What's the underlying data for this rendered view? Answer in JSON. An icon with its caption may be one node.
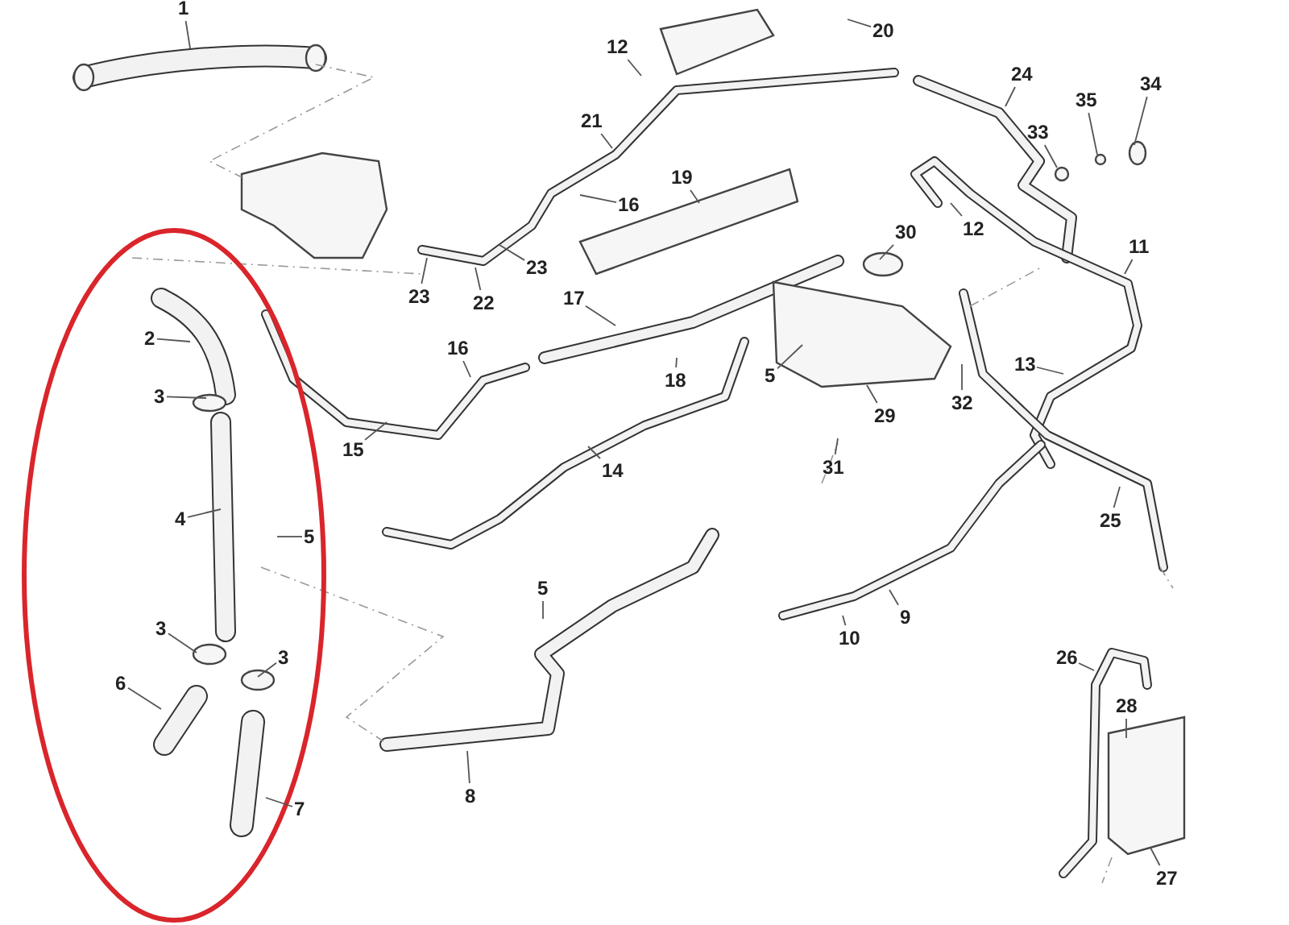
{
  "diagram": {
    "nodes": [
      {
        "text": [
          "1"
        ]
      },
      {
        "text": [
          "2"
        ]
      },
      {
        "text": [
          "3"
        ]
      },
      {
        "text": [
          "4"
        ]
      },
      {
        "text": [
          "5"
        ]
      },
      {
        "text": [
          "3"
        ]
      },
      {
        "text": [
          "3"
        ]
      },
      {
        "text": [
          "6"
        ]
      },
      {
        "text": [
          "7"
        ]
      },
      {
        "text": [
          "8"
        ]
      },
      {
        "text": [
          "5"
        ]
      },
      {
        "text": [
          "9"
        ]
      },
      {
        "text": [
          "10"
        ]
      },
      {
        "text": [
          "14"
        ]
      },
      {
        "text": [
          "15"
        ]
      },
      {
        "text": [
          "16"
        ]
      },
      {
        "text": [
          "23"
        ]
      },
      {
        "text": [
          "22"
        ]
      },
      {
        "text": [
          "23"
        ]
      },
      {
        "text": [
          "16"
        ]
      },
      {
        "text": [
          "21"
        ]
      },
      {
        "text": [
          "12"
        ]
      },
      {
        "text": [
          "17"
        ]
      },
      {
        "text": [
          "18"
        ]
      },
      {
        "text": [
          "19"
        ]
      },
      {
        "text": [
          "20"
        ]
      },
      {
        "text": [
          "24"
        ]
      },
      {
        "text": [
          "33"
        ]
      },
      {
        "text": [
          "35"
        ]
      },
      {
        "text": [
          "34"
        ]
      },
      {
        "text": [
          "12"
        ]
      },
      {
        "text": [
          "30"
        ]
      },
      {
        "text": [
          "11"
        ]
      },
      {
        "text": [
          "5"
        ]
      },
      {
        "text": [
          "29"
        ]
      },
      {
        "text": [
          "32"
        ]
      },
      {
        "text": [
          "13"
        ]
      },
      {
        "text": [
          "31"
        ]
      },
      {
        "text": [
          "25"
        ]
      },
      {
        "text": [
          "26"
        ]
      },
      {
        "text": [
          "28"
        ]
      },
      {
        "text": [
          "27"
        ]
      }
    ],
    "edges": [
      {
        "from": 0,
        "to": null,
        "arrow": "none"
      },
      {
        "from": 1,
        "to": null,
        "arrow": "none"
      },
      {
        "from": 2,
        "to": null,
        "arrow": "none"
      },
      {
        "from": 3,
        "to": null,
        "arrow": "none"
      },
      {
        "from": 4,
        "to": null,
        "arrow": "none"
      },
      {
        "from": 5,
        "to": null,
        "arrow": "none"
      },
      {
        "from": 6,
        "to": null,
        "arrow": "none"
      },
      {
        "from": 7,
        "to": null,
        "arrow": "none"
      },
      {
        "from": 8,
        "to": null,
        "arrow": "none"
      },
      {
        "from": 9,
        "to": null,
        "arrow": "none"
      },
      {
        "from": 10,
        "to": null,
        "arrow": "none"
      },
      {
        "from": 11,
        "to": null,
        "arrow": "none"
      },
      {
        "from": 12,
        "to": null,
        "arrow": "none"
      },
      {
        "from": 13,
        "to": null,
        "arrow": "none"
      },
      {
        "from": 14,
        "to": null,
        "arrow": "none"
      },
      {
        "from": 15,
        "to": null,
        "arrow": "none"
      },
      {
        "from": 16,
        "to": null,
        "arrow": "none"
      },
      {
        "from": 17,
        "to": null,
        "arrow": "none"
      },
      {
        "from": 18,
        "to": null,
        "arrow": "none"
      },
      {
        "from": 19,
        "to": null,
        "arrow": "none"
      },
      {
        "from": 20,
        "to": null,
        "arrow": "none"
      },
      {
        "from": 21,
        "to": null,
        "arrow": "none"
      },
      {
        "from": 22,
        "to": null,
        "arrow": "none"
      },
      {
        "from": 23,
        "to": null,
        "arrow": "none"
      },
      {
        "from": 24,
        "to": null,
        "arrow": "none"
      },
      {
        "from": 25,
        "to": null,
        "arrow": "none"
      },
      {
        "from": 26,
        "to": null,
        "arrow": "none"
      },
      {
        "from": 27,
        "to": null,
        "arrow": "none"
      },
      {
        "from": 28,
        "to": null,
        "arrow": "none"
      },
      {
        "from": 29,
        "to": null,
        "arrow": "none"
      },
      {
        "from": 30,
        "to": null,
        "arrow": "none"
      },
      {
        "from": 31,
        "to": null,
        "arrow": "none"
      },
      {
        "from": 32,
        "to": null,
        "arrow": "none"
      },
      {
        "from": 33,
        "to": null,
        "arrow": "none"
      },
      {
        "from": 34,
        "to": null,
        "arrow": "none"
      },
      {
        "from": 35,
        "to": null,
        "arrow": "none"
      },
      {
        "from": 36,
        "to": null,
        "arrow": "none"
      },
      {
        "from": 37,
        "to": null,
        "arrow": "none"
      },
      {
        "from": 38,
        "to": null,
        "arrow": "none"
      },
      {
        "from": 39,
        "to": null,
        "arrow": "none"
      },
      {
        "from": 40,
        "to": null,
        "arrow": "none"
      },
      {
        "from": 41,
        "to": null,
        "arrow": "none"
      }
    ]
  }
}
